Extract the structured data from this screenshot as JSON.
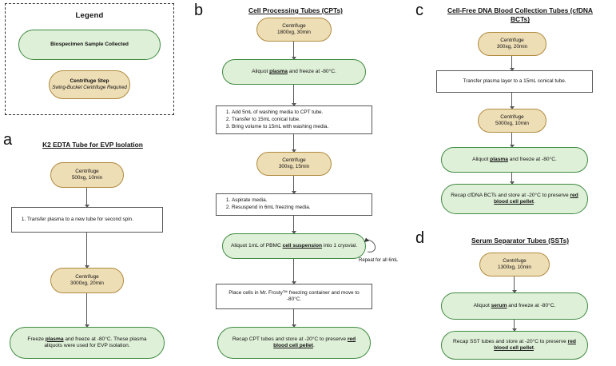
{
  "legend": {
    "title": "Legend",
    "sample_node": "Biospecimen Sample Collected",
    "centrifuge_node_title": "Centrifuge Step",
    "centrifuge_node_sub": "Swing-Bucket Centrifuge Required"
  },
  "panel_a": {
    "letter": "a",
    "title": "K2 EDTA Tube for EVP Isolation",
    "steps": [
      {
        "type": "centrifuge",
        "line1": "Centrifuge",
        "line2": "500xg, 10min"
      },
      {
        "type": "list",
        "items": [
          "Transfer plasma to a new tube for second spin."
        ]
      },
      {
        "type": "centrifuge",
        "line1": "Centrifuge",
        "line2": "3000xg, 20min"
      },
      {
        "type": "sample",
        "text": "Freeze plasma and freeze at -80°C. These plasma aliquots were used for EVP isolation."
      }
    ]
  },
  "panel_b": {
    "letter": "b",
    "title": "Cell Processing Tubes (CPTs)",
    "steps": [
      {
        "type": "centrifuge",
        "line1": "Centrifuge",
        "line2": "1800xg, 30min"
      },
      {
        "type": "sample",
        "text": "Aliquot plasma and freeze at -80°C."
      },
      {
        "type": "list",
        "items": [
          "Add 5mL of washing media to CPT tube.",
          "Transfer to 15mL conical tube.",
          "Bring volume to 15mL with washing media."
        ]
      },
      {
        "type": "centrifuge",
        "line1": "Centrifuge",
        "line2": "300xg, 15min"
      },
      {
        "type": "list",
        "items": [
          "Aspirate media.",
          "Resuspend in 6mL freezing media."
        ]
      },
      {
        "type": "sample",
        "text": "Aliquot 1mL of PBMC cell suspension into 1 cryovial."
      },
      {
        "type": "box",
        "text": "Place cells in Mr. Frosty™ freezing container and move to -80°C."
      },
      {
        "type": "sample",
        "text": "Recap CPT tubes and store at -20°C to preserve red blood cell pellet."
      }
    ],
    "repeat_label": "Repeat for all 6mL"
  },
  "panel_c": {
    "letter": "c",
    "title": "Cell-Free DNA Blood Collection Tubes (cfDNA BCTs)",
    "steps": [
      {
        "type": "centrifuge",
        "line1": "Centrifuge",
        "line2": "300xg, 20min"
      },
      {
        "type": "box",
        "text": "Transfer plasma layer to a 15mL conical tube."
      },
      {
        "type": "centrifuge",
        "line1": "Centrifuge",
        "line2": "5000xg, 10min"
      },
      {
        "type": "sample",
        "text": "Aliquot plasma and freeze at -80°C."
      },
      {
        "type": "sample",
        "text": "Recap cfDNA BCTs and store at -20°C to preserve red blood cell pellet."
      }
    ]
  },
  "panel_d": {
    "letter": "d",
    "title": "Serum Separator Tubes (SSTs)",
    "steps": [
      {
        "type": "centrifuge",
        "line1": "Centrifuge",
        "line2": "1300xg, 10min"
      },
      {
        "type": "sample",
        "text": "Aliquot serum and freeze at -80°C."
      },
      {
        "type": "sample",
        "text": "Recap SST tubes and store at -20°C to preserve red blood cell pellet."
      }
    ]
  },
  "colors": {
    "sample_fill": "#dff0d8",
    "sample_border": "#3f8a41",
    "centrifuge_fill": "#eedeb6",
    "centrifuge_border": "#b08a3e",
    "box_border": "#585858"
  }
}
